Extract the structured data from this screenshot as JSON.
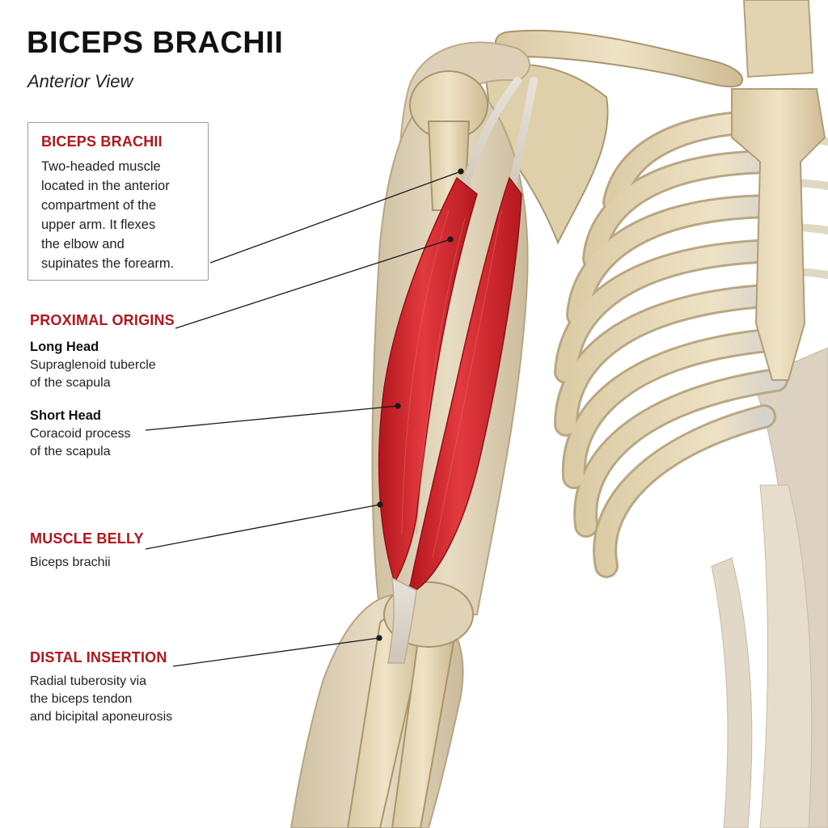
{
  "header": {
    "title": "BICEPS BRACHII",
    "subtitle": "Anterior View"
  },
  "info_box": {
    "heading": "BICEPS BRACHII",
    "lines": [
      "Two-headed muscle",
      "located in the anterior",
      "compartment of the",
      "upper arm. It flexes",
      "the elbow and",
      "supinates the forearm."
    ]
  },
  "sections": {
    "proximal": {
      "heading": "PROXIMAL ORIGINS",
      "long_head": {
        "label": "Long Head",
        "lines": [
          "Supraglenoid tubercle",
          "of the scapula"
        ]
      },
      "short_head": {
        "label": "Short Head",
        "lines": [
          "Coracoid process",
          "of the scapula"
        ]
      }
    },
    "belly": {
      "heading": "MUSCLE BELLY",
      "lines": [
        "Biceps brachii"
      ]
    },
    "distal": {
      "heading": "DISTAL INSERTION",
      "lines": [
        "Radial tuberosity via",
        "the biceps tendon",
        "and bicipital aponeurosis"
      ]
    }
  },
  "colors": {
    "accent_red": "#b8141c",
    "muscle_red": "#d7242b",
    "bone": "#e6d8b8",
    "leader_line": "#1a1a1a"
  }
}
